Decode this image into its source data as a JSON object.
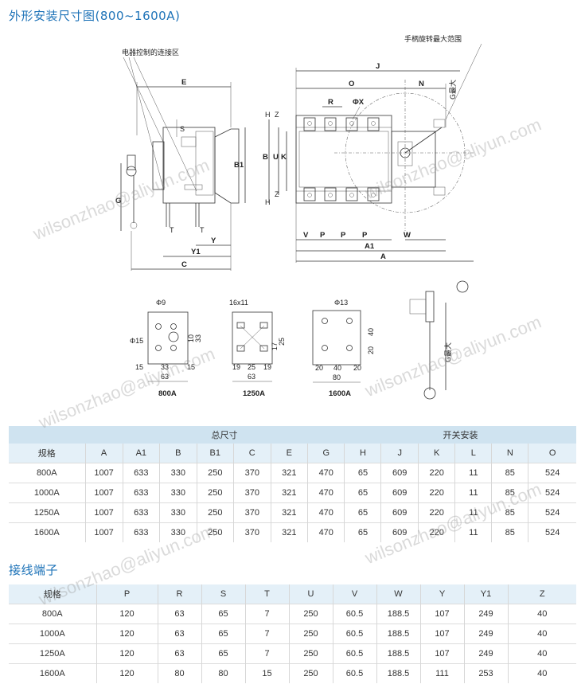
{
  "title_dimensions": "外形安装尺寸图(800~1600A)",
  "title_terminals": "接线端子",
  "drawing": {
    "label_control": "电器控制的连接区",
    "label_handle": "手柄旋转最大范围",
    "label_g_max_top": "G最大",
    "label_g_max_side": "G最大",
    "dims_side": [
      "E",
      "S",
      "B1",
      "G",
      "T",
      "T",
      "Y",
      "Y1",
      "C"
    ],
    "dims_front": [
      "J",
      "O",
      "N",
      "R",
      "ΦX",
      "H",
      "Z",
      "B",
      "U",
      "K",
      "Z",
      "H",
      "V",
      "P",
      "P",
      "P",
      "W",
      "A1",
      "A"
    ],
    "details": [
      {
        "name": "800A",
        "hole": "Φ9",
        "big_hole": "Φ15",
        "dims_h": [
          "15",
          "33",
          "15"
        ],
        "total": "63",
        "dims_v": [
          "10",
          "33"
        ]
      },
      {
        "name": "1250A",
        "hole": "16x11",
        "dims_h": [
          "19",
          "25",
          "19"
        ],
        "total": "63",
        "dims_v": [
          "17",
          "25"
        ]
      },
      {
        "name": "1600A",
        "hole": "Φ13",
        "dims_h": [
          "20",
          "40",
          "20"
        ],
        "total": "80",
        "dims_v": [
          "40",
          "20"
        ]
      }
    ]
  },
  "table1": {
    "group_total": "总尺寸",
    "group_install": "开关安装",
    "headers": [
      "规格",
      "A",
      "A1",
      "B",
      "B1",
      "C",
      "E",
      "G",
      "H",
      "J",
      "K",
      "L",
      "N",
      "O"
    ],
    "rows": [
      [
        "800A",
        "1007",
        "633",
        "330",
        "250",
        "370",
        "321",
        "470",
        "65",
        "609",
        "220",
        "11",
        "85",
        "524"
      ],
      [
        "1000A",
        "1007",
        "633",
        "330",
        "250",
        "370",
        "321",
        "470",
        "65",
        "609",
        "220",
        "11",
        "85",
        "524"
      ],
      [
        "1250A",
        "1007",
        "633",
        "330",
        "250",
        "370",
        "321",
        "470",
        "65",
        "609",
        "220",
        "11",
        "85",
        "524"
      ],
      [
        "1600A",
        "1007",
        "633",
        "330",
        "250",
        "370",
        "321",
        "470",
        "65",
        "609",
        "220",
        "11",
        "85",
        "524"
      ]
    ]
  },
  "table2": {
    "headers": [
      "规格",
      "P",
      "R",
      "S",
      "T",
      "U",
      "V",
      "W",
      "Y",
      "Y1",
      "Z"
    ],
    "rows": [
      [
        "800A",
        "120",
        "63",
        "65",
        "7",
        "250",
        "60.5",
        "188.5",
        "107",
        "249",
        "40"
      ],
      [
        "1000A",
        "120",
        "63",
        "65",
        "7",
        "250",
        "60.5",
        "188.5",
        "107",
        "249",
        "40"
      ],
      [
        "1250A",
        "120",
        "63",
        "65",
        "7",
        "250",
        "60.5",
        "188.5",
        "107",
        "249",
        "40"
      ],
      [
        "1600A",
        "120",
        "80",
        "80",
        "15",
        "250",
        "60.5",
        "188.5",
        "111",
        "253",
        "40"
      ]
    ]
  },
  "watermark": "wilsonzhao@aliyun.com",
  "colors": {
    "title": "#1e73b8",
    "group_header": "#cfe3f0",
    "header": "#e4f0f8"
  }
}
